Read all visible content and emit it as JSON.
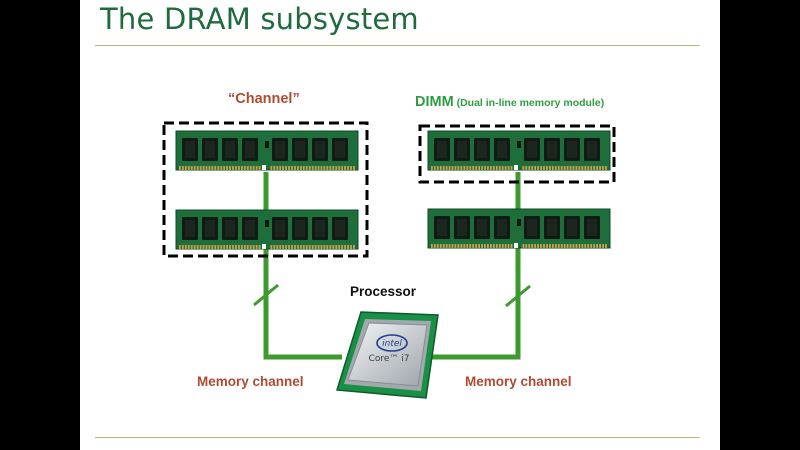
{
  "slide": {
    "title": "The DRAM subsystem"
  },
  "labels": {
    "channel": "“Channel”",
    "dimm_main": "DIMM",
    "dimm_sub": " (Dual in-line memory module)",
    "processor": "Processor",
    "memory_channel_left": "Memory channel",
    "memory_channel_right": "Memory channel"
  },
  "cpu": {
    "brand": "intel",
    "model": "Core™ i7"
  },
  "colors": {
    "title": "#1f6a3e",
    "wire": "#3d9a2f",
    "dimm_pcb": "#1d6e3a",
    "dram_chip": "#121a14",
    "gold_contacts": "#c9a34a",
    "label_red": "#b04a33",
    "label_green": "#2e9d40",
    "rule": "#c9b27a"
  }
}
